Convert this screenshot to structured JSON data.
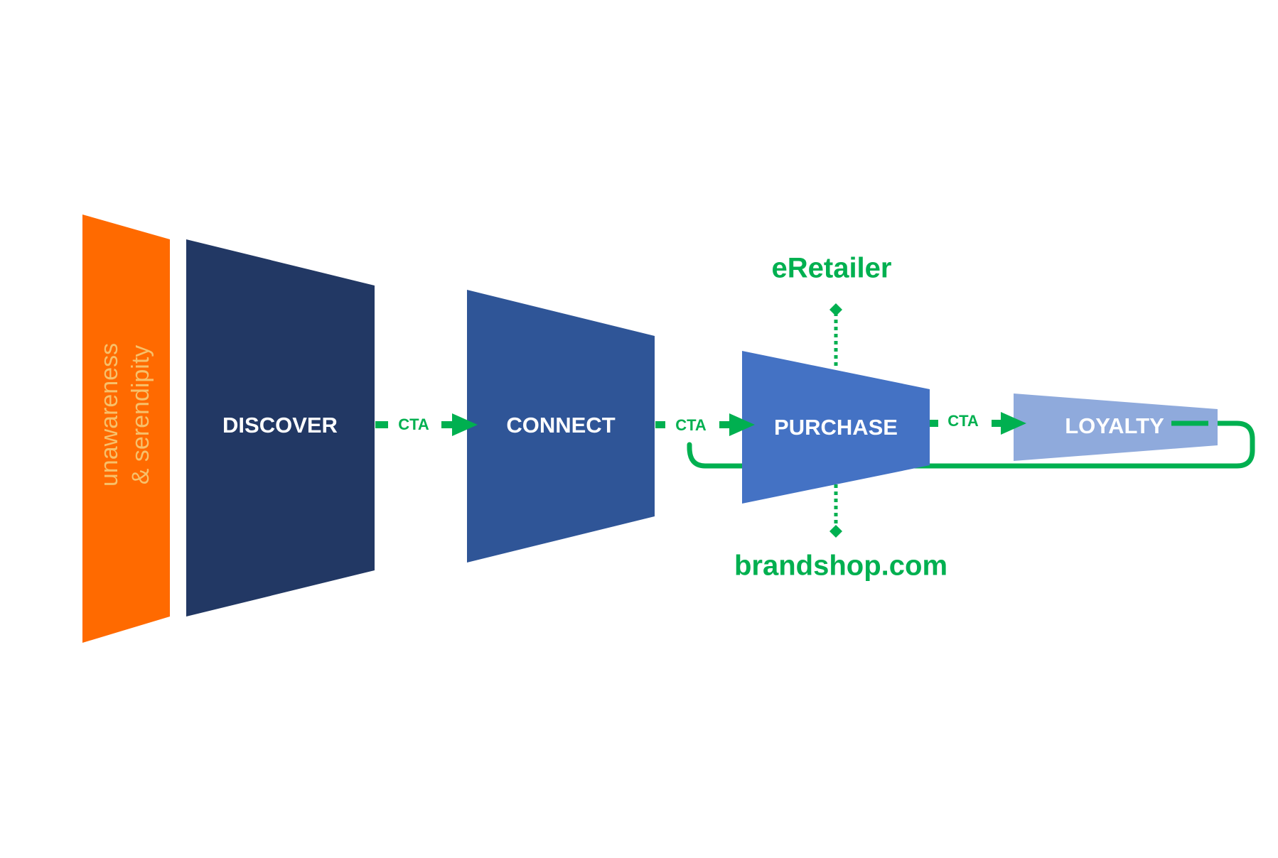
{
  "colors": {
    "orange": "#ff6a00",
    "side_text": "#f7c06a",
    "discover": "#223864",
    "connect": "#2f5597",
    "purchase": "#4472c4",
    "loyalty": "#8faadc",
    "green": "#00b050",
    "stage_text": "#ffffff"
  },
  "side_label": {
    "line1": "unawareness",
    "line2": "& serendipity"
  },
  "stages": {
    "discover": "DISCOVER",
    "connect": "CONNECT",
    "purchase": "PURCHASE",
    "loyalty": "LOYALTY"
  },
  "ctas": [
    "CTA",
    "CTA",
    "CTA"
  ],
  "channels": {
    "top": "eRetailer",
    "bottom": "brandshop.com"
  }
}
